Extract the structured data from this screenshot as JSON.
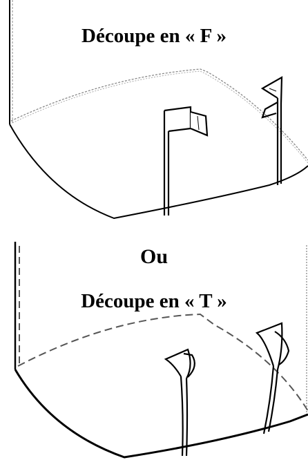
{
  "labels": {
    "top_title": "Découpe en « F »",
    "separator": "Ou",
    "bottom_title": "Découpe en « T »"
  },
  "colors": {
    "stroke": "#000000",
    "dashed": "#777777",
    "background": "#ffffff"
  }
}
